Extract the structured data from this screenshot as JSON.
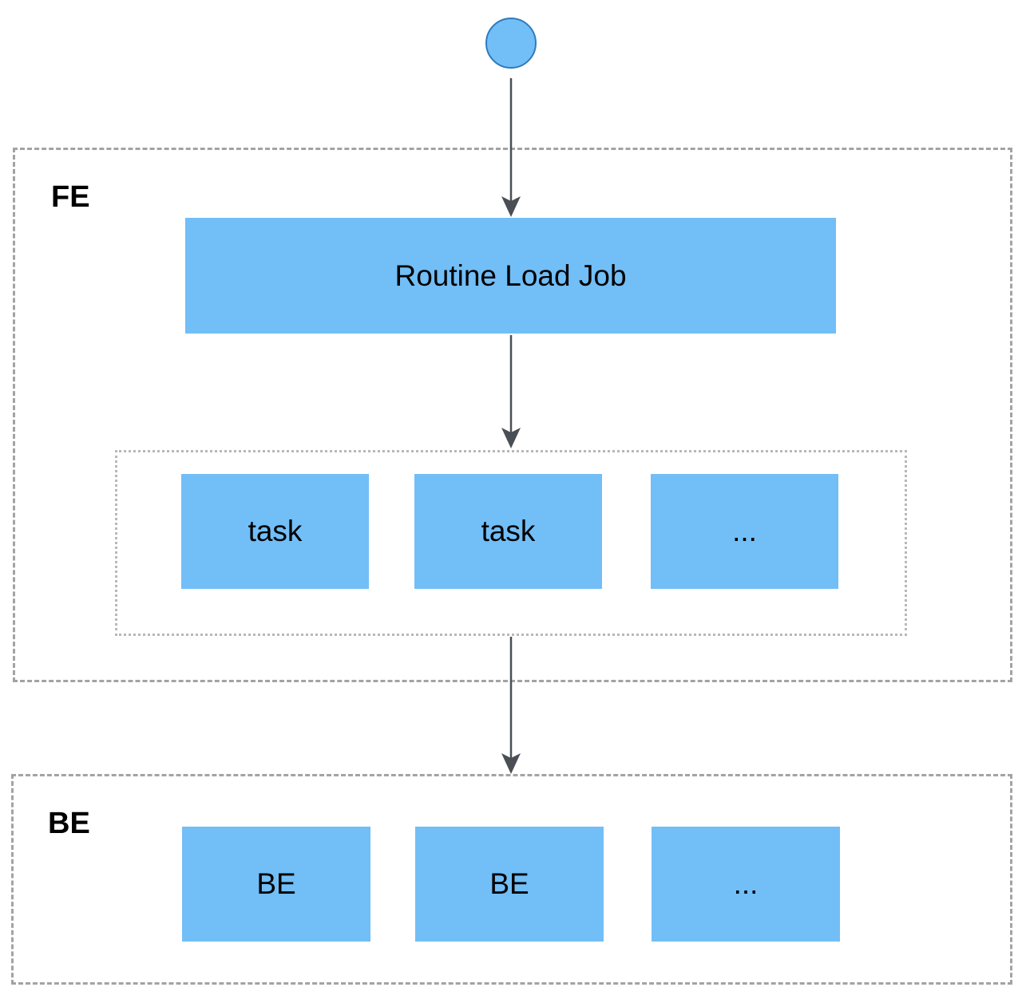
{
  "colors": {
    "node_fill": "#72bef7",
    "start_stroke": "#2f7bbd",
    "group_border": "#a3a3a3",
    "arrow": "#4a4f55"
  },
  "groups": {
    "fe": {
      "label": "FE"
    },
    "be": {
      "label": "BE"
    }
  },
  "nodes": {
    "routine_load_job": "Routine Load Job",
    "tasks": [
      "task",
      "task",
      "..."
    ],
    "backends": [
      "BE",
      "BE",
      "..."
    ]
  },
  "edges": [
    {
      "from": "start",
      "to": "routine_load_job"
    },
    {
      "from": "routine_load_job",
      "to": "tasks"
    },
    {
      "from": "tasks",
      "to": "backends"
    }
  ]
}
